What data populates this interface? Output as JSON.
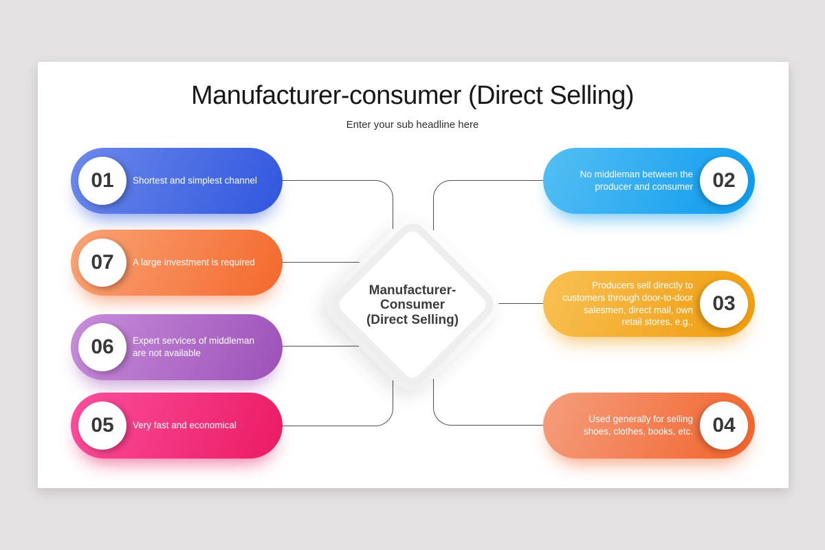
{
  "slide": {
    "title": "Manufacturer-consumer (Direct Selling)",
    "subtitle": "Enter your sub headline here"
  },
  "center": {
    "label": "Manufacturer-\nConsumer\n(Direct Selling)"
  },
  "items": {
    "left": [
      {
        "number": "01",
        "text": "Shortest and simplest channel",
        "color_from": "#6C89EB",
        "color_to": "#3056DE"
      },
      {
        "number": "07",
        "text": "A large investment is required",
        "color_from": "#F9A478",
        "color_to": "#F4682B"
      },
      {
        "number": "06",
        "text": "Expert services of middleman are not available",
        "color_from": "#C88EDB",
        "color_to": "#9C50B8"
      },
      {
        "number": "05",
        "text": "Very fast and economical",
        "color_from": "#FB4F9D",
        "color_to": "#EB1A62"
      }
    ],
    "right": [
      {
        "number": "02",
        "text": "No middleman between the producer and consumer",
        "color_from": "#55BFF3",
        "color_to": "#0D9AEF"
      },
      {
        "number": "03",
        "text": "Producers sell directly to customers through door-to-door salesmen, direct mail, own retail stores, e.g.,",
        "color_from": "#F8C155",
        "color_to": "#F09B0C"
      },
      {
        "number": "04",
        "text": "Used generally for selling shoes, clothes, books, etc.",
        "color_from": "#F59E7E",
        "color_to": "#F2622A"
      }
    ]
  },
  "colors": {
    "background": "#E4E2E3",
    "card": "#FFFFFF",
    "connector_line": "#4D4D4D",
    "diamond_ring": "#EEEEEE"
  }
}
